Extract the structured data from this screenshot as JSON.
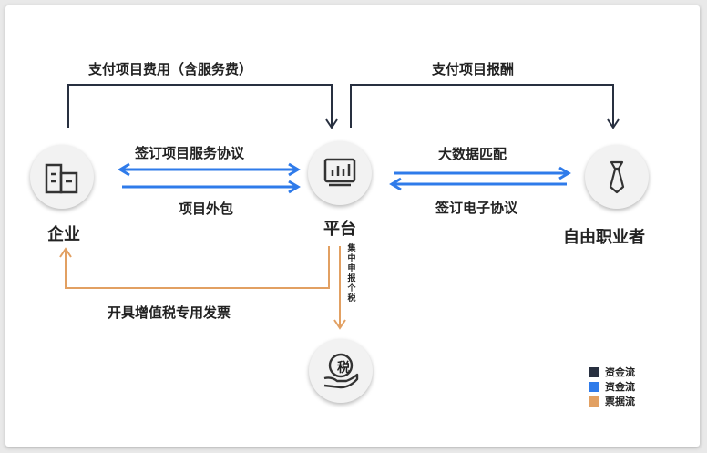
{
  "nodes": {
    "enterprise": "企业",
    "platform": "平台",
    "freelancer": "自由职业者",
    "tax": "税"
  },
  "edges": {
    "pay_with_fee": "支付项目费用（含服务费）",
    "pay_reward": "支付项目报酬",
    "sign_service": "签订项目服务协议",
    "outsource": "项目外包",
    "big_data": "大数据匹配",
    "sign_e": "签订电子协议",
    "invoice": "开具增值税专用发票",
    "tax_report": "集中申报个税"
  },
  "legend": [
    {
      "label": "资金流",
      "color": "#283040"
    },
    {
      "label": "资金流",
      "color": "#2f7bea"
    },
    {
      "label": "票据流",
      "color": "#e2a062"
    }
  ],
  "colors": {
    "dark": "#283040",
    "blue": "#2f7bea",
    "orange": "#e2a062"
  }
}
